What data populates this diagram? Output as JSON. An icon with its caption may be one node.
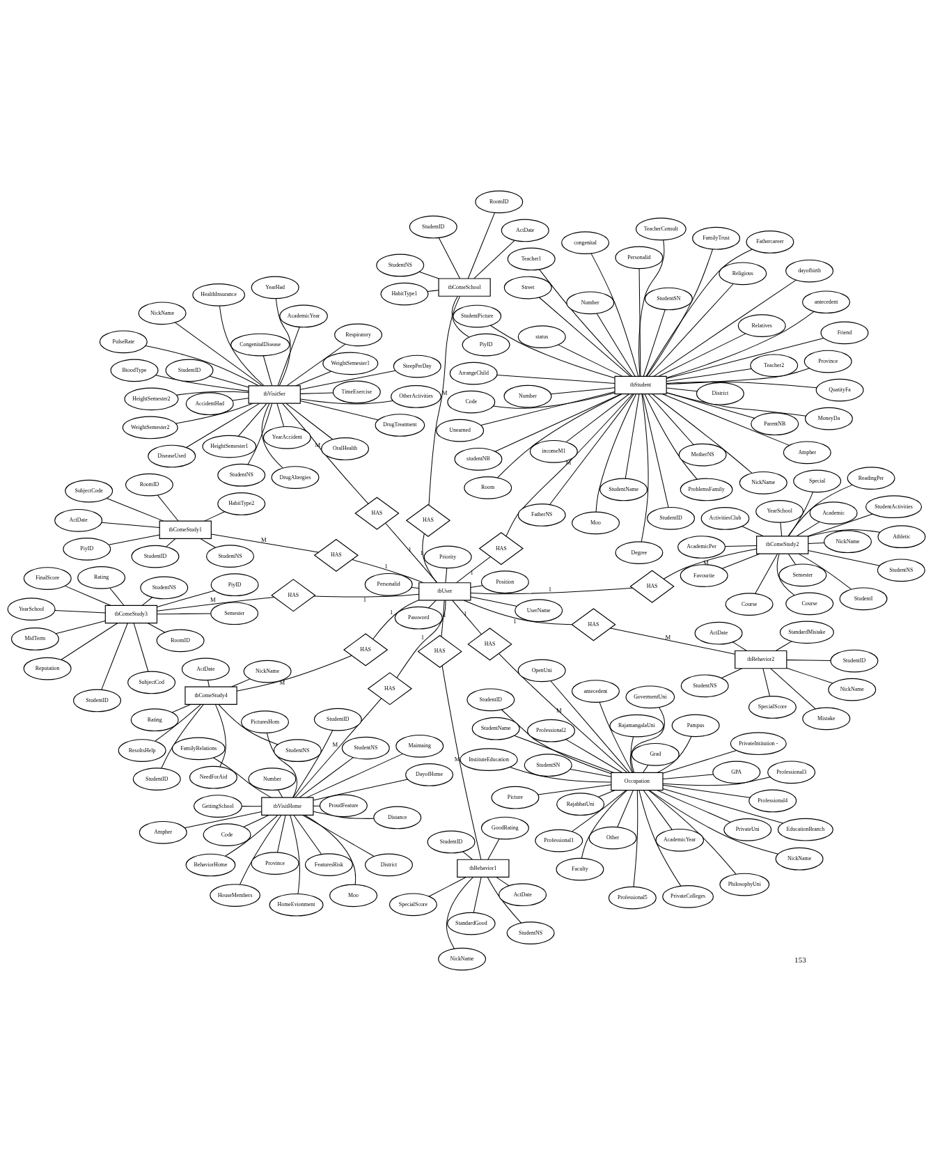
{
  "diagram": {
    "nodes": [
      {
        "text": [
          "tbStudent"
        ]
      },
      {
        "text": [
          "tbUser"
        ]
      },
      {
        "text": [
          "tbVisitHome"
        ]
      },
      {
        "text": [
          "tbVisitSer"
        ]
      },
      {
        "text": [
          "tbComeSchool"
        ]
      },
      {
        "text": [
          "tbComeStudy1"
        ]
      },
      {
        "text": [
          "tbComeStudy2"
        ]
      },
      {
        "text": [
          "tbComeStudy3"
        ]
      },
      {
        "text": [
          "tbComeStudy4"
        ]
      },
      {
        "text": [
          "tbBehavior1"
        ]
      },
      {
        "text": [
          "tbBehavior2"
        ]
      },
      {
        "text": [
          "Occupation"
        ]
      },
      {
        "text": [
          "HAS"
        ]
      },
      {
        "text": [
          "HAS"
        ]
      },
      {
        "text": [
          "HAS"
        ]
      },
      {
        "text": [
          "HAS"
        ]
      },
      {
        "text": [
          "HAS"
        ]
      },
      {
        "text": [
          "HAS"
        ]
      },
      {
        "text": [
          "HAS"
        ]
      },
      {
        "text": [
          "HAS"
        ]
      },
      {
        "text": [
          "HAS"
        ]
      },
      {
        "text": [
          "HAS"
        ]
      },
      {
        "text": [
          "HAS"
        ]
      },
      {
        "text": [
          "dayofbirth"
        ]
      },
      {
        "text": [
          "Personalid"
        ]
      },
      {
        "text": [
          "StudentID"
        ]
      },
      {
        "text": [
          "antecedent"
        ]
      },
      {
        "text": [
          "incomeM1"
        ]
      },
      {
        "text": [
          "Moo"
        ]
      },
      {
        "text": [
          "NickName"
        ]
      },
      {
        "text": [
          "StudentSN"
        ]
      },
      {
        "text": [
          "MotherNS"
        ]
      },
      {
        "text": [
          "FatherNS"
        ]
      },
      {
        "text": [
          "status"
        ]
      },
      {
        "text": [
          "Relatives"
        ]
      },
      {
        "text": [
          "StudentName"
        ]
      },
      {
        "text": [
          "District"
        ]
      },
      {
        "text": [
          "Fathercareer"
        ]
      },
      {
        "text": [
          "ArrangeChild"
        ]
      },
      {
        "text": [
          "Code"
        ]
      },
      {
        "text": [
          "congenital"
        ]
      },
      {
        "text": [
          "Street"
        ]
      },
      {
        "text": [
          "Number"
        ]
      },
      {
        "text": [
          "Province"
        ]
      },
      {
        "text": [
          "ParentNB"
        ]
      },
      {
        "text": [
          "studentNB"
        ]
      },
      {
        "text": [
          "Ampher"
        ]
      },
      {
        "text": [
          "ProblemsFamily"
        ]
      },
      {
        "text": [
          "QuatityFa"
        ]
      },
      {
        "text": [
          "MoneyDa"
        ]
      },
      {
        "text": [
          "Unearned"
        ]
      },
      {
        "text": [
          "Friend"
        ]
      },
      {
        "text": [
          "FamilyTrust"
        ]
      },
      {
        "text": [
          "TeacherConsult"
        ]
      },
      {
        "text": [
          "Religious"
        ]
      },
      {
        "text": [
          "Degree"
        ]
      },
      {
        "text": [
          "Room"
        ]
      },
      {
        "text": [
          "Teacher1"
        ]
      },
      {
        "text": [
          "Teacher2"
        ]
      },
      {
        "text": [
          "StudentPicture"
        ]
      },
      {
        "text": [
          "Number"
        ]
      },
      {
        "text": [
          "Priority"
        ]
      },
      {
        "text": [
          "Password"
        ]
      },
      {
        "text": [
          "Position"
        ]
      },
      {
        "text": [
          "UserName"
        ]
      },
      {
        "text": [
          "Personalid"
        ]
      },
      {
        "text": [
          "StudentNS"
        ]
      },
      {
        "text": [
          "DayofHome"
        ]
      },
      {
        "text": [
          "Moo"
        ]
      },
      {
        "text": [
          "GettingSchool"
        ]
      },
      {
        "text": [
          "HomeEvionment"
        ]
      },
      {
        "text": [
          "StudentID"
        ]
      },
      {
        "text": [
          "Number"
        ]
      },
      {
        "text": [
          "Ampher"
        ]
      },
      {
        "text": [
          "Province"
        ]
      },
      {
        "text": [
          "District"
        ]
      },
      {
        "text": [
          "Maintaing"
        ]
      },
      {
        "text": [
          "HouseMembers"
        ]
      },
      {
        "text": [
          "Code"
        ]
      },
      {
        "text": [
          "Distance"
        ]
      },
      {
        "text": [
          "FamilyRelations"
        ]
      },
      {
        "text": [
          "BehaviorHome"
        ]
      },
      {
        "text": [
          "ProudFeature"
        ]
      },
      {
        "text": [
          "FeaturesRisk"
        ]
      },
      {
        "text": [
          "PicturesHom"
        ]
      },
      {
        "text": [
          "NickName"
        ]
      },
      {
        "text": [
          "CongenitalDisease"
        ]
      },
      {
        "text": [
          "PulseRate"
        ]
      },
      {
        "text": [
          "StudentID"
        ]
      },
      {
        "text": [
          "StudentNS"
        ]
      },
      {
        "text": [
          "YearHad"
        ]
      },
      {
        "text": [
          "DiseaseUsed"
        ]
      },
      {
        "text": [
          "Respiratory"
        ]
      },
      {
        "text": [
          "HealthInsurance"
        ]
      },
      {
        "text": [
          "AccidentHad"
        ]
      },
      {
        "text": [
          "DrugAltergies"
        ]
      },
      {
        "text": [
          "YearAccident"
        ]
      },
      {
        "text": [
          "DrugTreatment"
        ]
      },
      {
        "text": [
          "OralHealth"
        ]
      },
      {
        "text": [
          "HeightSemester1"
        ]
      },
      {
        "text": [
          "WeightSemester1"
        ]
      },
      {
        "text": [
          "AcademicYear"
        ]
      },
      {
        "text": [
          "HeightSemester2"
        ]
      },
      {
        "text": [
          "WeightSemester2"
        ]
      },
      {
        "text": [
          "BtoodType"
        ]
      },
      {
        "text": [
          "SteepPerDay"
        ]
      },
      {
        "text": [
          "OtherActivities"
        ]
      },
      {
        "text": [
          "TimeExercise"
        ]
      },
      {
        "text": [
          "RoomID"
        ]
      },
      {
        "text": [
          "StudentID"
        ]
      },
      {
        "text": [
          "PiyID"
        ]
      },
      {
        "text": [
          "ActDate"
        ]
      },
      {
        "text": [
          "StudentNS"
        ]
      },
      {
        "text": [
          "HabitType1"
        ]
      },
      {
        "text": [
          "ActDate"
        ]
      },
      {
        "text": [
          "RoomID"
        ]
      },
      {
        "text": [
          "SubjectCode"
        ]
      },
      {
        "text": [
          "StudentID"
        ]
      },
      {
        "text": [
          "StudentNS"
        ]
      },
      {
        "text": [
          "HabitType2"
        ]
      },
      {
        "text": [
          "PiyID"
        ]
      },
      {
        "text": [
          "Course"
        ]
      },
      {
        "text": [
          "StudentI"
        ]
      },
      {
        "text": [
          "StudentNS"
        ]
      },
      {
        "text": [
          "NickName"
        ]
      },
      {
        "text": [
          "Favourite"
        ]
      },
      {
        "text": [
          "YearSchool"
        ]
      },
      {
        "text": [
          "Semester"
        ]
      },
      {
        "text": [
          "StudentActivities"
        ]
      },
      {
        "text": [
          "ActivitiesClub"
        ]
      },
      {
        "text": [
          "ReadingPer"
        ]
      },
      {
        "text": [
          "Academic"
        ]
      },
      {
        "text": [
          "Course"
        ]
      },
      {
        "text": [
          "Athletic"
        ]
      },
      {
        "text": [
          "Special"
        ]
      },
      {
        "text": [
          "AcademicPer"
        ]
      },
      {
        "text": [
          "SubjectCod"
        ]
      },
      {
        "text": [
          "Semester"
        ]
      },
      {
        "text": [
          "YearSchool"
        ]
      },
      {
        "text": [
          "RoomID"
        ]
      },
      {
        "text": [
          "PiyID"
        ]
      },
      {
        "text": [
          "StudentID"
        ]
      },
      {
        "text": [
          "StudentNS"
        ]
      },
      {
        "text": [
          "Reputation"
        ]
      },
      {
        "text": [
          "MidTerm"
        ]
      },
      {
        "text": [
          "FinalScore"
        ]
      },
      {
        "text": [
          "Rating"
        ]
      },
      {
        "text": [
          "Rating"
        ]
      },
      {
        "text": [
          "ActDate"
        ]
      },
      {
        "text": [
          "NickName"
        ]
      },
      {
        "text": [
          "StudentNS"
        ]
      },
      {
        "text": [
          "NeedForAid"
        ]
      },
      {
        "text": [
          "StudentID"
        ]
      },
      {
        "text": [
          "ResoltsHelp"
        ]
      },
      {
        "text": [
          "StudentNS"
        ]
      },
      {
        "text": [
          "NickName"
        ]
      },
      {
        "text": [
          "ActDate"
        ]
      },
      {
        "text": [
          "GoodRating"
        ]
      },
      {
        "text": [
          "SpecialScore"
        ]
      },
      {
        "text": [
          "StudentID"
        ]
      },
      {
        "text": [
          "StandardGood"
        ]
      },
      {
        "text": [
          "StudentNS"
        ]
      },
      {
        "text": [
          "NickName"
        ]
      },
      {
        "text": [
          "ActDate"
        ]
      },
      {
        "text": [
          "StandardMistake"
        ]
      },
      {
        "text": [
          "StudentID"
        ]
      },
      {
        "text": [
          "SpecialScore"
        ]
      },
      {
        "text": [
          "Mistake"
        ]
      },
      {
        "text": [
          "antecedent"
        ]
      },
      {
        "text": [
          "StudentName"
        ]
      },
      {
        "text": [
          "AcademicYear"
        ]
      },
      {
        "text": [
          "Grad"
        ]
      },
      {
        "text": [
          "StudentID"
        ]
      },
      {
        "text": [
          "EducationBranch"
        ]
      },
      {
        "text": [
          "StudentSN"
        ]
      },
      {
        "text": [
          "NickName"
        ]
      },
      {
        "text": [
          "Faculty"
        ]
      },
      {
        "text": [
          "GPA"
        ]
      },
      {
        "text": [
          "PrivateUni"
        ]
      },
      {
        "text": [
          "PrivateIntitution -"
        ]
      },
      {
        "text": [
          "OpenUni"
        ]
      },
      {
        "text": [
          "GovermentUni"
        ]
      },
      {
        "text": [
          "RajabhatUni"
        ]
      },
      {
        "text": [
          "Pampus"
        ]
      },
      {
        "text": [
          "RajamangalaUni"
        ]
      },
      {
        "text": [
          "PhilosophyUni"
        ]
      },
      {
        "text": [
          "Professional1"
        ]
      },
      {
        "text": [
          "Professional2"
        ]
      },
      {
        "text": [
          "InstituteEducation"
        ]
      },
      {
        "text": [
          "Picture"
        ]
      },
      {
        "text": [
          "Other"
        ]
      },
      {
        "text": [
          "PrivateColleges"
        ]
      },
      {
        "text": [
          "Professional3"
        ]
      },
      {
        "text": [
          "Professional4"
        ]
      },
      {
        "text": [
          "Professional5"
        ]
      }
    ],
    "edges": [
      {
        "from": 1,
        "to": 12,
        "arrow": "none",
        "label": "1"
      },
      {
        "from": 12,
        "to": 0,
        "arrow": "none",
        "label": "M"
      },
      {
        "from": 1,
        "to": 13,
        "arrow": "none",
        "label": "1"
      },
      {
        "from": 13,
        "to": 2,
        "arrow": "none",
        "label": "M"
      },
      {
        "from": 1,
        "to": 14,
        "arrow": "none",
        "label": "1"
      },
      {
        "from": 14,
        "to": 3,
        "arrow": "none",
        "label": "M"
      },
      {
        "from": 1,
        "to": 15,
        "arrow": "none",
        "label": "1"
      },
      {
        "from": 15,
        "to": 4,
        "arrow": "none",
        "label": "M"
      },
      {
        "from": 1,
        "to": 16,
        "arrow": "none",
        "label": "1"
      },
      {
        "from": 16,
        "to": 5,
        "arrow": "none",
        "label": "M"
      },
      {
        "from": 1,
        "to": 17,
        "arrow": "none",
        "label": "1"
      },
      {
        "from": 17,
        "to": 6,
        "arrow": "none",
        "label": "M"
      },
      {
        "from": 1,
        "to": 18,
        "arrow": "none",
        "label": "1"
      },
      {
        "from": 18,
        "to": 7,
        "arrow": "none",
        "label": "M"
      },
      {
        "from": 1,
        "to": 19,
        "arrow": "none",
        "label": "1"
      },
      {
        "from": 19,
        "to": 8,
        "arrow": "none",
        "label": "M"
      },
      {
        "from": 1,
        "to": 20,
        "arrow": "none",
        "label": "1"
      },
      {
        "from": 20,
        "to": 9,
        "arrow": "none",
        "label": "M"
      },
      {
        "from": 1,
        "to": 21,
        "arrow": "none",
        "label": "1"
      },
      {
        "from": 21,
        "to": 10,
        "arrow": "none",
        "label": "M"
      },
      {
        "from": 1,
        "to": 22,
        "arrow": "none",
        "label": "1"
      },
      {
        "from": 22,
        "to": 11,
        "arrow": "none",
        "label": "M"
      },
      {
        "from": 0,
        "to": 23,
        "arrow": "none"
      },
      {
        "from": 0,
        "to": 24,
        "arrow": "none"
      },
      {
        "from": 0,
        "to": 25,
        "arrow": "none"
      },
      {
        "from": 0,
        "to": 26,
        "arrow": "none"
      },
      {
        "from": 0,
        "to": 27,
        "arrow": "none"
      },
      {
        "from": 0,
        "to": 28,
        "arrow": "none"
      },
      {
        "from": 0,
        "to": 29,
        "arrow": "none"
      },
      {
        "from": 0,
        "to": 30,
        "arrow": "none"
      },
      {
        "from": 0,
        "to": 31,
        "arrow": "none"
      },
      {
        "from": 0,
        "to": 32,
        "arrow": "none"
      },
      {
        "from": 0,
        "to": 33,
        "arrow": "none"
      },
      {
        "from": 0,
        "to": 34,
        "arrow": "none"
      },
      {
        "from": 0,
        "to": 35,
        "arrow": "none"
      },
      {
        "from": 0,
        "to": 36,
        "arrow": "none"
      },
      {
        "from": 0,
        "to": 37,
        "arrow": "none"
      },
      {
        "from": 0,
        "to": 38,
        "arrow": "none"
      },
      {
        "from": 0,
        "to": 39,
        "arrow": "none"
      },
      {
        "from": 0,
        "to": 40,
        "arrow": "none"
      },
      {
        "from": 0,
        "to": 41,
        "arrow": "none"
      },
      {
        "from": 0,
        "to": 42,
        "arrow": "none"
      },
      {
        "from": 0,
        "to": 43,
        "arrow": "none"
      },
      {
        "from": 0,
        "to": 44,
        "arrow": "none"
      },
      {
        "from": 0,
        "to": 45,
        "arrow": "none"
      },
      {
        "from": 0,
        "to": 46,
        "arrow": "none"
      },
      {
        "from": 0,
        "to": 47,
        "arrow": "none"
      },
      {
        "from": 0,
        "to": 48,
        "arrow": "none"
      },
      {
        "from": 0,
        "to": 49,
        "arrow": "none"
      },
      {
        "from": 0,
        "to": 50,
        "arrow": "none"
      },
      {
        "from": 0,
        "to": 51,
        "arrow": "none"
      },
      {
        "from": 0,
        "to": 52,
        "arrow": "none"
      },
      {
        "from": 0,
        "to": 53,
        "arrow": "none"
      },
      {
        "from": 0,
        "to": 54,
        "arrow": "none"
      },
      {
        "from": 0,
        "to": 55,
        "arrow": "none"
      },
      {
        "from": 0,
        "to": 56,
        "arrow": "none"
      },
      {
        "from": 0,
        "to": 57,
        "arrow": "none"
      },
      {
        "from": 0,
        "to": 58,
        "arrow": "none"
      },
      {
        "from": 0,
        "to": 59,
        "arrow": "none"
      },
      {
        "from": 0,
        "to": 60,
        "arrow": "none"
      },
      {
        "from": 1,
        "to": 61,
        "arrow": "none"
      },
      {
        "from": 1,
        "to": 62,
        "arrow": "none"
      },
      {
        "from": 1,
        "to": 63,
        "arrow": "none"
      },
      {
        "from": 1,
        "to": 64,
        "arrow": "none"
      },
      {
        "from": 1,
        "to": 65,
        "arrow": "none"
      },
      {
        "from": 2,
        "to": 66,
        "arrow": "none"
      },
      {
        "from": 2,
        "to": 67,
        "arrow": "none"
      },
      {
        "from": 2,
        "to": 68,
        "arrow": "none"
      },
      {
        "from": 2,
        "to": 69,
        "arrow": "none"
      },
      {
        "from": 2,
        "to": 70,
        "arrow": "none"
      },
      {
        "from": 2,
        "to": 71,
        "arrow": "none"
      },
      {
        "from": 2,
        "to": 72,
        "arrow": "none"
      },
      {
        "from": 2,
        "to": 73,
        "arrow": "none"
      },
      {
        "from": 2,
        "to": 74,
        "arrow": "none"
      },
      {
        "from": 2,
        "to": 75,
        "arrow": "none"
      },
      {
        "from": 2,
        "to": 76,
        "arrow": "none"
      },
      {
        "from": 2,
        "to": 77,
        "arrow": "none"
      },
      {
        "from": 2,
        "to": 78,
        "arrow": "none"
      },
      {
        "from": 2,
        "to": 79,
        "arrow": "none"
      },
      {
        "from": 2,
        "to": 80,
        "arrow": "none"
      },
      {
        "from": 2,
        "to": 81,
        "arrow": "none"
      },
      {
        "from": 2,
        "to": 82,
        "arrow": "none"
      },
      {
        "from": 2,
        "to": 83,
        "arrow": "none"
      },
      {
        "from": 2,
        "to": 84,
        "arrow": "none"
      },
      {
        "from": 3,
        "to": 85,
        "arrow": "none"
      },
      {
        "from": 3,
        "to": 86,
        "arrow": "none"
      },
      {
        "from": 3,
        "to": 87,
        "arrow": "none"
      },
      {
        "from": 3,
        "to": 88,
        "arrow": "none"
      },
      {
        "from": 3,
        "to": 89,
        "arrow": "none"
      },
      {
        "from": 3,
        "to": 90,
        "arrow": "none"
      },
      {
        "from": 3,
        "to": 91,
        "arrow": "none"
      },
      {
        "from": 3,
        "to": 92,
        "arrow": "none"
      },
      {
        "from": 3,
        "to": 93,
        "arrow": "none"
      },
      {
        "from": 3,
        "to": 94,
        "arrow": "none"
      },
      {
        "from": 3,
        "to": 95,
        "arrow": "none"
      },
      {
        "from": 3,
        "to": 96,
        "arrow": "none"
      },
      {
        "from": 3,
        "to": 97,
        "arrow": "none"
      },
      {
        "from": 3,
        "to": 98,
        "arrow": "none"
      },
      {
        "from": 3,
        "to": 99,
        "arrow": "none"
      },
      {
        "from": 3,
        "to": 100,
        "arrow": "none"
      },
      {
        "from": 3,
        "to": 101,
        "arrow": "none"
      },
      {
        "from": 3,
        "to": 102,
        "arrow": "none"
      },
      {
        "from": 3,
        "to": 103,
        "arrow": "none"
      },
      {
        "from": 3,
        "to": 104,
        "arrow": "none"
      },
      {
        "from": 3,
        "to": 105,
        "arrow": "none"
      },
      {
        "from": 3,
        "to": 106,
        "arrow": "none"
      },
      {
        "from": 3,
        "to": 107,
        "arrow": "none"
      },
      {
        "from": 4,
        "to": 108,
        "arrow": "none"
      },
      {
        "from": 4,
        "to": 109,
        "arrow": "none"
      },
      {
        "from": 4,
        "to": 110,
        "arrow": "none"
      },
      {
        "from": 4,
        "to": 111,
        "arrow": "none"
      },
      {
        "from": 4,
        "to": 112,
        "arrow": "none"
      },
      {
        "from": 4,
        "to": 113,
        "arrow": "none"
      },
      {
        "from": 5,
        "to": 114,
        "arrow": "none"
      },
      {
        "from": 5,
        "to": 115,
        "arrow": "none"
      },
      {
        "from": 5,
        "to": 116,
        "arrow": "none"
      },
      {
        "from": 5,
        "to": 117,
        "arrow": "none"
      },
      {
        "from": 5,
        "to": 118,
        "arrow": "none"
      },
      {
        "from": 5,
        "to": 119,
        "arrow": "none"
      },
      {
        "from": 5,
        "to": 120,
        "arrow": "none"
      },
      {
        "from": 6,
        "to": 121,
        "arrow": "none"
      },
      {
        "from": 6,
        "to": 122,
        "arrow": "none"
      },
      {
        "from": 6,
        "to": 123,
        "arrow": "none"
      },
      {
        "from": 6,
        "to": 124,
        "arrow": "none"
      },
      {
        "from": 6,
        "to": 125,
        "arrow": "none"
      },
      {
        "from": 6,
        "to": 126,
        "arrow": "none"
      },
      {
        "from": 6,
        "to": 127,
        "arrow": "none"
      },
      {
        "from": 6,
        "to": 128,
        "arrow": "none"
      },
      {
        "from": 6,
        "to": 129,
        "arrow": "none"
      },
      {
        "from": 6,
        "to": 130,
        "arrow": "none"
      },
      {
        "from": 6,
        "to": 131,
        "arrow": "none"
      },
      {
        "from": 6,
        "to": 132,
        "arrow": "none"
      },
      {
        "from": 6,
        "to": 133,
        "arrow": "none"
      },
      {
        "from": 6,
        "to": 134,
        "arrow": "none"
      },
      {
        "from": 6,
        "to": 135,
        "arrow": "none"
      },
      {
        "from": 7,
        "to": 136,
        "arrow": "none"
      },
      {
        "from": 7,
        "to": 137,
        "arrow": "none"
      },
      {
        "from": 7,
        "to": 138,
        "arrow": "none"
      },
      {
        "from": 7,
        "to": 139,
        "arrow": "none"
      },
      {
        "from": 7,
        "to": 140,
        "arrow": "none"
      },
      {
        "from": 7,
        "to": 141,
        "arrow": "none"
      },
      {
        "from": 7,
        "to": 142,
        "arrow": "none"
      },
      {
        "from": 7,
        "to": 143,
        "arrow": "none"
      },
      {
        "from": 7,
        "to": 144,
        "arrow": "none"
      },
      {
        "from": 7,
        "to": 145,
        "arrow": "none"
      },
      {
        "from": 7,
        "to": 146,
        "arrow": "none"
      },
      {
        "from": 8,
        "to": 147,
        "arrow": "none"
      },
      {
        "from": 8,
        "to": 148,
        "arrow": "none"
      },
      {
        "from": 8,
        "to": 149,
        "arrow": "none"
      },
      {
        "from": 8,
        "to": 150,
        "arrow": "none"
      },
      {
        "from": 8,
        "to": 151,
        "arrow": "none"
      },
      {
        "from": 8,
        "to": 152,
        "arrow": "none"
      },
      {
        "from": 8,
        "to": 153,
        "arrow": "none"
      },
      {
        "from": 9,
        "to": 154,
        "arrow": "none"
      },
      {
        "from": 9,
        "to": 155,
        "arrow": "none"
      },
      {
        "from": 9,
        "to": 156,
        "arrow": "none"
      },
      {
        "from": 9,
        "to": 157,
        "arrow": "none"
      },
      {
        "from": 9,
        "to": 158,
        "arrow": "none"
      },
      {
        "from": 9,
        "to": 159,
        "arrow": "none"
      },
      {
        "from": 9,
        "to": 160,
        "arrow": "none"
      },
      {
        "from": 10,
        "to": 161,
        "arrow": "none"
      },
      {
        "from": 10,
        "to": 162,
        "arrow": "none"
      },
      {
        "from": 10,
        "to": 163,
        "arrow": "none"
      },
      {
        "from": 10,
        "to": 164,
        "arrow": "none"
      },
      {
        "from": 10,
        "to": 165,
        "arrow": "none"
      },
      {
        "from": 10,
        "to": 166,
        "arrow": "none"
      },
      {
        "from": 10,
        "to": 167,
        "arrow": "none"
      },
      {
        "from": 11,
        "to": 168,
        "arrow": "none"
      },
      {
        "from": 11,
        "to": 169,
        "arrow": "none"
      },
      {
        "from": 11,
        "to": 170,
        "arrow": "none"
      },
      {
        "from": 11,
        "to": 171,
        "arrow": "none"
      },
      {
        "from": 11,
        "to": 172,
        "arrow": "none"
      },
      {
        "from": 11,
        "to": 173,
        "arrow": "none"
      },
      {
        "from": 11,
        "to": 174,
        "arrow": "none"
      },
      {
        "from": 11,
        "to": 175,
        "arrow": "none"
      },
      {
        "from": 11,
        "to": 176,
        "arrow": "none"
      },
      {
        "from": 11,
        "to": 177,
        "arrow": "none"
      },
      {
        "from": 11,
        "to": 178,
        "arrow": "none"
      },
      {
        "from": 11,
        "to": 179,
        "arrow": "none"
      },
      {
        "from": 11,
        "to": 180,
        "arrow": "none"
      },
      {
        "from": 11,
        "to": 181,
        "arrow": "none"
      },
      {
        "from": 11,
        "to": 182,
        "arrow": "none"
      },
      {
        "from": 11,
        "to": 183,
        "arrow": "none"
      },
      {
        "from": 11,
        "to": 184,
        "arrow": "none"
      },
      {
        "from": 11,
        "to": 185,
        "arrow": "none"
      },
      {
        "from": 11,
        "to": 186,
        "arrow": "none"
      },
      {
        "from": 11,
        "to": 187,
        "arrow": "none"
      },
      {
        "from": 11,
        "to": 188,
        "arrow": "none"
      },
      {
        "from": 11,
        "to": 189,
        "arrow": "none"
      },
      {
        "from": 11,
        "to": 190,
        "arrow": "none"
      },
      {
        "from": 11,
        "to": 191,
        "arrow": "none"
      },
      {
        "from": 11,
        "to": 192,
        "arrow": "none"
      },
      {
        "from": 11,
        "to": 193,
        "arrow": "none"
      },
      {
        "from": 11,
        "to": 194,
        "arrow": "none"
      }
    ],
    "labels": [
      "153"
    ]
  }
}
